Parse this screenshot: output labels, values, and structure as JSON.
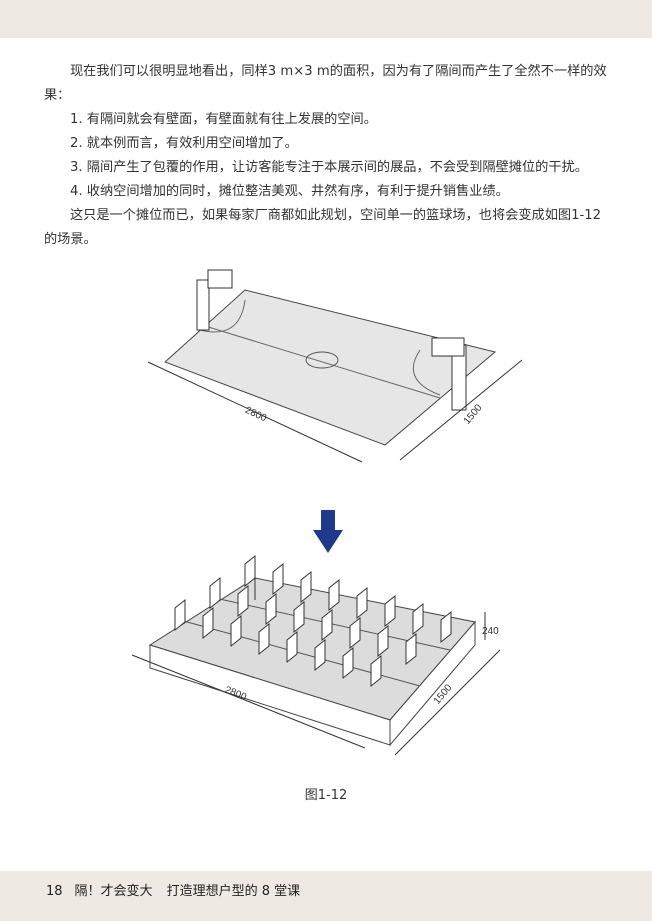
{
  "body": {
    "p1": "现在我们可以很明显地看出，同样3 m×3 m的面积，因为有了隔间而产生了全然不一样的效果：",
    "items": [
      "1. 有隔间就会有壁面，有壁面就有往上发展的空间。",
      "2. 就本例而言，有效利用空间增加了。",
      "3. 隔间产生了包覆的作用，让访客能专注于本展示间的展品，不会受到隔壁摊位的干扰。",
      "4. 收纳空间增加的同时，摊位整洁美观、井然有序，有利于提升销售业绩。"
    ],
    "p2": "这只是一个摊位而已，如果每家厂商都如此规划，空间单一的篮球场，也将会变成如图1-12的场景。"
  },
  "figure": {
    "court_length": "2800",
    "court_width": "1500",
    "booth_length": "2800",
    "booth_width": "1500",
    "booth_height": "240",
    "caption": "图1-12",
    "arrow_color": "#1f3a8a"
  },
  "footer": {
    "page": "18",
    "book_title": "隔！才会变大",
    "subtitle": "打造理想户型的 8 堂课"
  }
}
